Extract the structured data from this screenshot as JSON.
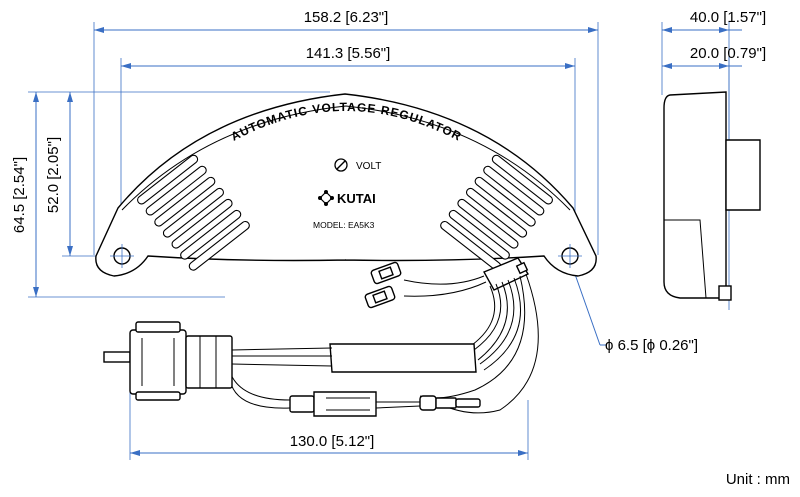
{
  "dimensions": {
    "overall_width": "158.2 [6.23\"]",
    "hole_spacing": "141.3 [5.56\"]",
    "overall_height": "64.5 [2.54\"]",
    "body_height": "52.0 [2.05\"]",
    "side_depth": "40.0 [1.57\"]",
    "side_body_depth": "20.0 [0.79\"]",
    "hole_diameter": "ϕ 6.5 [ϕ 0.26\"]",
    "harness_length": "130.0 [5.12\"]"
  },
  "labels": {
    "arc_title": "AUTOMATIC VOLTAGE REGULATOR",
    "volt": "VOLT",
    "brand": "KUTAI",
    "model": "MODEL: EA5K3"
  },
  "unit": "Unit : mm",
  "colors": {
    "dimension": "#3a6fc4",
    "outline": "#000000"
  }
}
